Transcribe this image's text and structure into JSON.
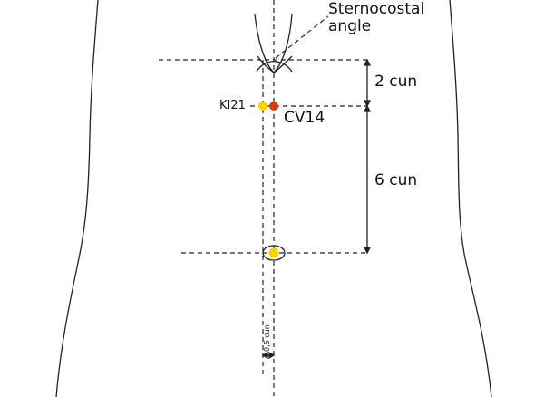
{
  "labels": {
    "sternocostal": "Sternocostal",
    "angle": "angle",
    "ki21": "KI21",
    "cv14": "CV14",
    "two_cun": "2 cun",
    "six_cun": "6 cun",
    "half_cun": "0,5 cun"
  },
  "colors": {
    "ki21_point": "#f5d400",
    "cv14_point": "#d93a10",
    "navel_point": "#f5d400",
    "line": "#222222"
  }
}
